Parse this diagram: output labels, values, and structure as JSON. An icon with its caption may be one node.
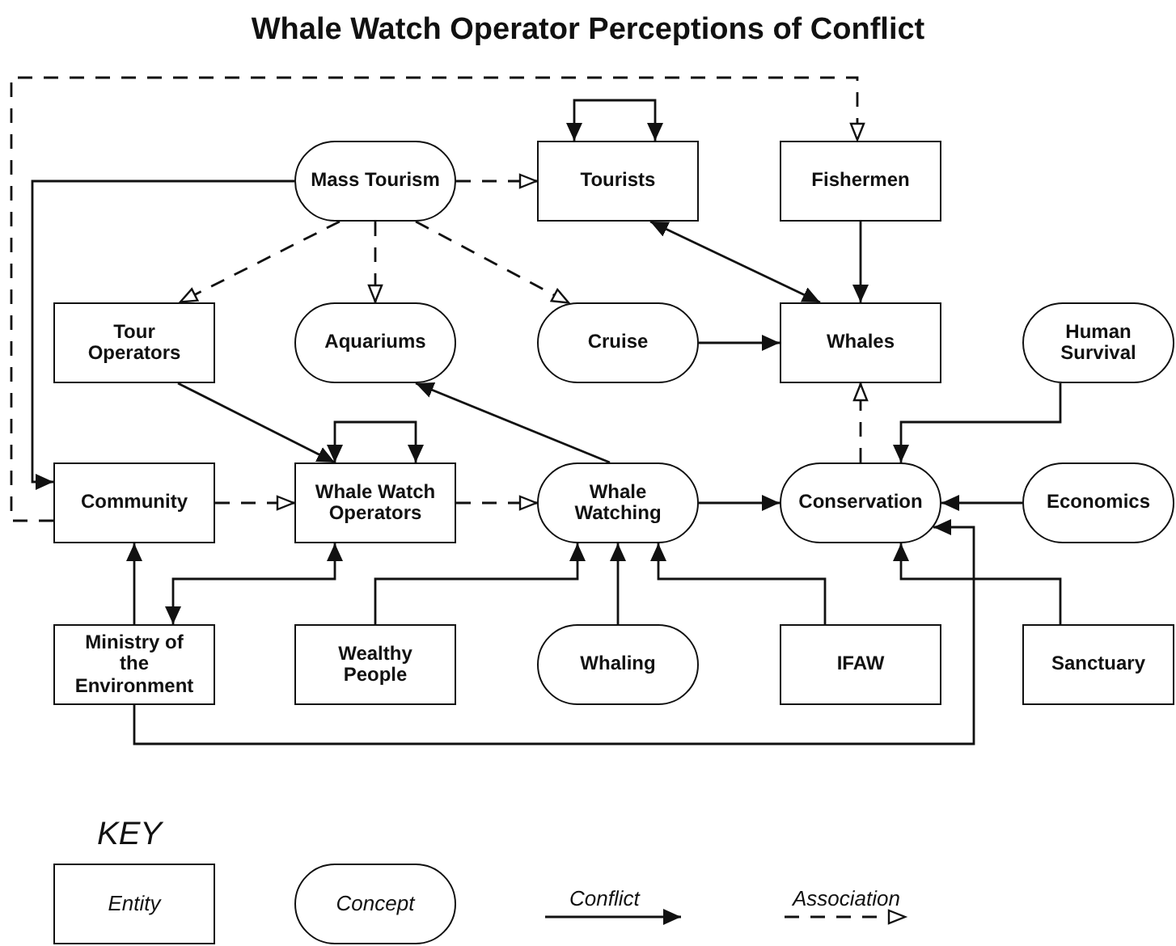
{
  "diagram": {
    "title": "Whale Watch Operator Perceptions of Conflict",
    "nodes": [
      {
        "text": [
          "Mass Tourism"
        ]
      },
      {
        "text": [
          "Tourists"
        ]
      },
      {
        "text": [
          "Fishermen"
        ]
      },
      {
        "text": [
          "Tour Operators"
        ]
      },
      {
        "text": [
          "Aquariums"
        ]
      },
      {
        "text": [
          "Cruise"
        ]
      },
      {
        "text": [
          "Whales"
        ]
      },
      {
        "text": [
          "Human Survival"
        ]
      },
      {
        "text": [
          "Community"
        ]
      },
      {
        "text": [
          "Whale Watch Operators"
        ]
      },
      {
        "text": [
          "Whale Watching"
        ]
      },
      {
        "text": [
          "Conservation"
        ]
      },
      {
        "text": [
          "Economics"
        ]
      },
      {
        "text": [
          "Ministry of the Environment"
        ]
      },
      {
        "text": [
          "Wealthy People"
        ]
      },
      {
        "text": [
          "Whaling"
        ]
      },
      {
        "text": [
          "IFAW"
        ]
      },
      {
        "text": [
          "Sanctuary"
        ]
      },
      {
        "text": [
          "Entity"
        ]
      },
      {
        "text": [
          "Concept"
        ]
      }
    ],
    "edges": [
      {
        "from": 0,
        "to": 1,
        "arrow": "to",
        "style": "dashed"
      },
      {
        "from": 1,
        "to": 1,
        "arrow": "both"
      },
      {
        "from": 8,
        "to": 2,
        "arrow": "to",
        "style": "dashed"
      },
      {
        "from": 0,
        "to": 8,
        "arrow": "to"
      },
      {
        "from": 0,
        "to": 3,
        "arrow": "to",
        "style": "dashed"
      },
      {
        "from": 0,
        "to": 4,
        "arrow": "to",
        "style": "dashed"
      },
      {
        "from": 0,
        "to": 5,
        "arrow": "to",
        "style": "dashed"
      },
      {
        "from": 1,
        "to": 6,
        "arrow": "both"
      },
      {
        "from": 2,
        "to": 6,
        "arrow": "to"
      },
      {
        "from": 5,
        "to": 6,
        "arrow": "to"
      },
      {
        "from": 3,
        "to": 9,
        "arrow": "to"
      },
      {
        "from": 10,
        "to": 4,
        "arrow": "to"
      },
      {
        "from": 9,
        "to": 9,
        "arrow": "both"
      },
      {
        "from": 8,
        "to": 9,
        "arrow": "to",
        "style": "dashed"
      },
      {
        "from": 9,
        "to": 10,
        "arrow": "to",
        "style": "dashed"
      },
      {
        "from": 10,
        "to": 11,
        "arrow": "to"
      },
      {
        "from": 11,
        "to": 6,
        "arrow": "to",
        "style": "dashed"
      },
      {
        "from": 7,
        "to": 11,
        "arrow": "to"
      },
      {
        "from": 12,
        "to": 11,
        "arrow": "to"
      },
      {
        "from": 13,
        "to": 8,
        "arrow": "to"
      },
      {
        "from": 9,
        "to": 13,
        "arrow": "both"
      },
      {
        "from": 14,
        "to": 10,
        "arrow": "to"
      },
      {
        "from": 15,
        "to": 10,
        "arrow": "to"
      },
      {
        "from": 16,
        "to": 10,
        "arrow": "to"
      },
      {
        "from": 17,
        "to": 11,
        "arrow": "to"
      },
      {
        "from": 13,
        "to": 11,
        "arrow": "to"
      }
    ],
    "labels": [
      "KEY"
    ],
    "legend": [
      {
        "text": "Conflict"
      },
      {
        "text": "Association"
      }
    ]
  }
}
